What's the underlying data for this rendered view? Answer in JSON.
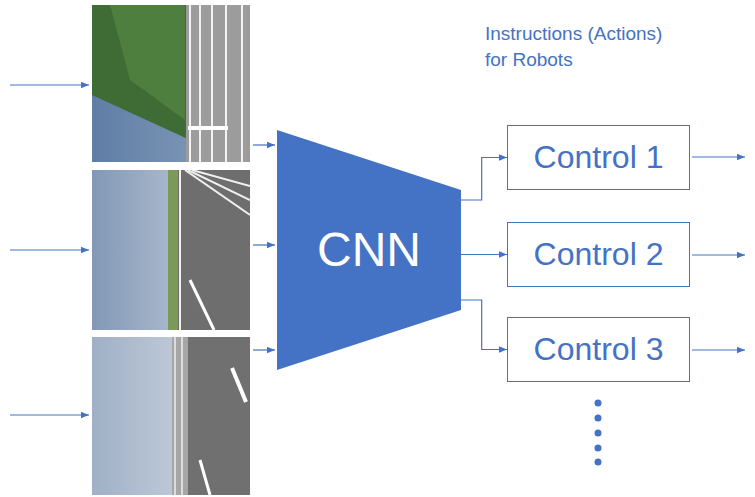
{
  "diagram": {
    "nodes": [
      {
        "text": [
          "CNN"
        ]
      },
      {
        "text": [
          "Control 1"
        ]
      },
      {
        "text": [
          "Control 2"
        ]
      },
      {
        "text": [
          "Control 3"
        ]
      }
    ],
    "edges": [
      {
        "from": 0,
        "to": 1,
        "arrow": "to"
      },
      {
        "from": 0,
        "to": 2,
        "arrow": "to"
      },
      {
        "from": 0,
        "to": 3,
        "arrow": "to"
      }
    ],
    "labels": [
      "Instructions (Actions) for Robots"
    ]
  }
}
